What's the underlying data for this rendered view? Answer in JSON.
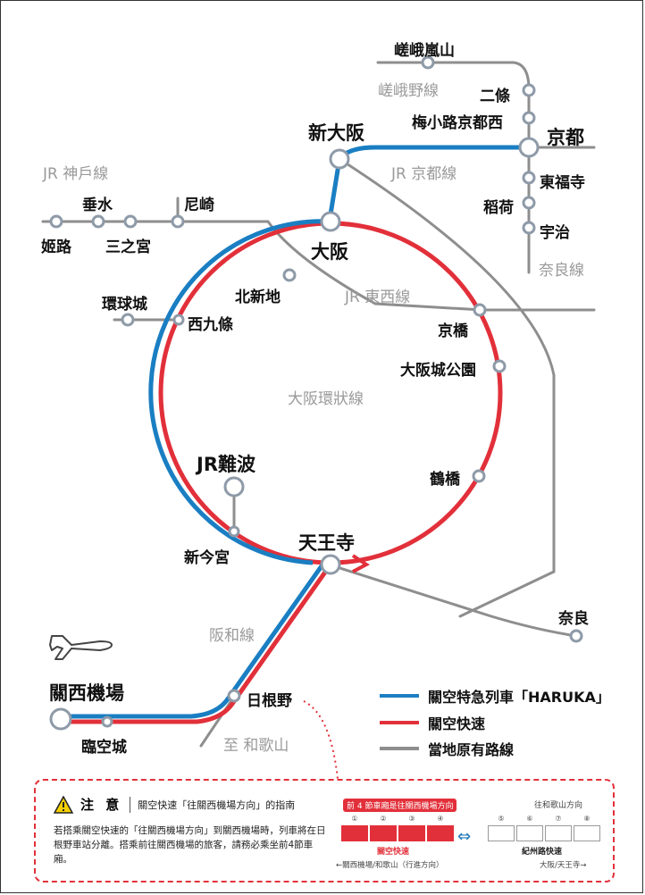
{
  "colors": {
    "haruka": "#1a7ec2",
    "rapid": "#e2303a",
    "local": "#8e8e8e",
    "station_fill": "#ffffff",
    "station_stroke": "#8e9aa8"
  },
  "icons": {
    "plane": "airplane-icon",
    "warning": "warning-triangle-icon"
  },
  "stations": {
    "saga_arashiyama": "嵯峨嵐山",
    "nijo": "二條",
    "umekoji": "梅小路京都西",
    "kyoto": "京都",
    "shin_osaka": "新大阪",
    "tofukuji": "東福寺",
    "inari": "稻荷",
    "uji": "宇治",
    "amagasaki": "尼崎",
    "tarumi": "垂水",
    "himeji": "姬路",
    "sannomiya": "三之宮",
    "osaka": "大阪",
    "kitashinchi": "北新地",
    "universal": "環球城",
    "nishikujo": "西九條",
    "kyobashi": "京橋",
    "osakajokoen": "大阪城公園",
    "tsuruhashi": "鶴橋",
    "jr_namba": "JR難波",
    "imamiya": "新今宮",
    "tennoji": "天王寺",
    "nara": "奈良",
    "hineno": "日根野",
    "kix": "關西機場",
    "rinku": "臨空城"
  },
  "lines": {
    "sagano": "嵯峨野線",
    "kobe": "JR 神戶線",
    "kyoto": "JR 京都線",
    "tozai": "JR 東西線",
    "loop": "大阪環狀線",
    "nara": "奈良線",
    "hanwa": "阪和線",
    "to_wakayama": "至 和歌山"
  },
  "legend": {
    "haruka": "關空特急列車「HARUKA」",
    "rapid": "關空快速",
    "local": "當地原有路線"
  },
  "notice": {
    "title": "注 意",
    "subtitle": "關空快速「往關西機場方向」的指南",
    "body": "若搭乘關空快速的「往關西機場方向」到關西機場時，列車將在日根野車站分離。搭乘前往關西機場的旅客，請務必乘坐前4節車廂。",
    "front_tag": "前 4 節車廂是往關西機場方向",
    "rear_tag": "往和歌山方向",
    "front_cars": [
      "①",
      "②",
      "③",
      "④"
    ],
    "rear_cars": [
      "⑤",
      "⑥",
      "⑦",
      "⑧"
    ],
    "front_caption": "關空快速",
    "rear_caption": "紀州路快速",
    "dir_left": "←關西機場/和歌山（行進方向）",
    "dir_right": "大阪/天王寺→"
  }
}
